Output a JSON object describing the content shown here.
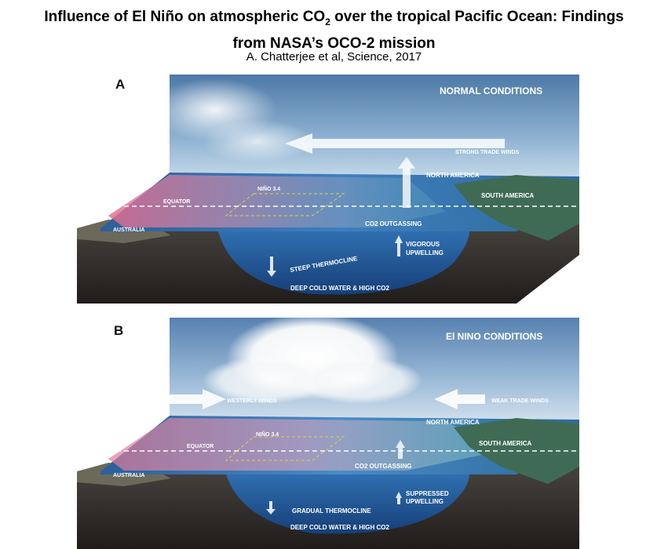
{
  "header": {
    "title_line1": "Influence of El Niño on atmospheric CO",
    "title_sub": "2",
    "title_line1_end": " over the tropical Pacific Ocean: Findings",
    "title_line2": "from NASA’s OCO-2 mission",
    "citation": "A. Chatterjee et al, Science, 2017"
  },
  "panels": [
    {
      "letter": "A",
      "heading": "NORMAL CONDITIONS",
      "winds_label": "STRONG TRADE WINDS",
      "north_america": "NORTH AMERICA",
      "south_america": "SOUTH AMERICA",
      "nino": "NIÑO 3.4",
      "equator": "EQUATOR",
      "australia": "AUSTRALIA",
      "outgassing": "CO2 OUTGASSING",
      "upwelling_1": "VIGOROUS",
      "upwelling_2": "UPWELLING",
      "thermocline": "STEEP THERMOCLINE",
      "deep_water": "DEEP COLD WATER & HIGH CO2"
    },
    {
      "letter": "B",
      "heading": "El NINO CONDITIONS",
      "westerly": "WESTERLY WINDS",
      "winds_label": "WEAK TRADE WINDS",
      "north_america": "NORTH AMERICA",
      "south_america": "SOUTH AMERICA",
      "nino": "NIÑO 3.4",
      "equator": "EQUATOR",
      "australia": "AUSTRALIA",
      "outgassing": "CO2 OUTGASSING",
      "upwelling_1": "SUPPRESSED",
      "upwelling_2": "UPWELLING",
      "thermocline": "GRADUAL THERMOCLINE",
      "deep_water": "DEEP COLD WATER & HIGH CO2"
    }
  ]
}
